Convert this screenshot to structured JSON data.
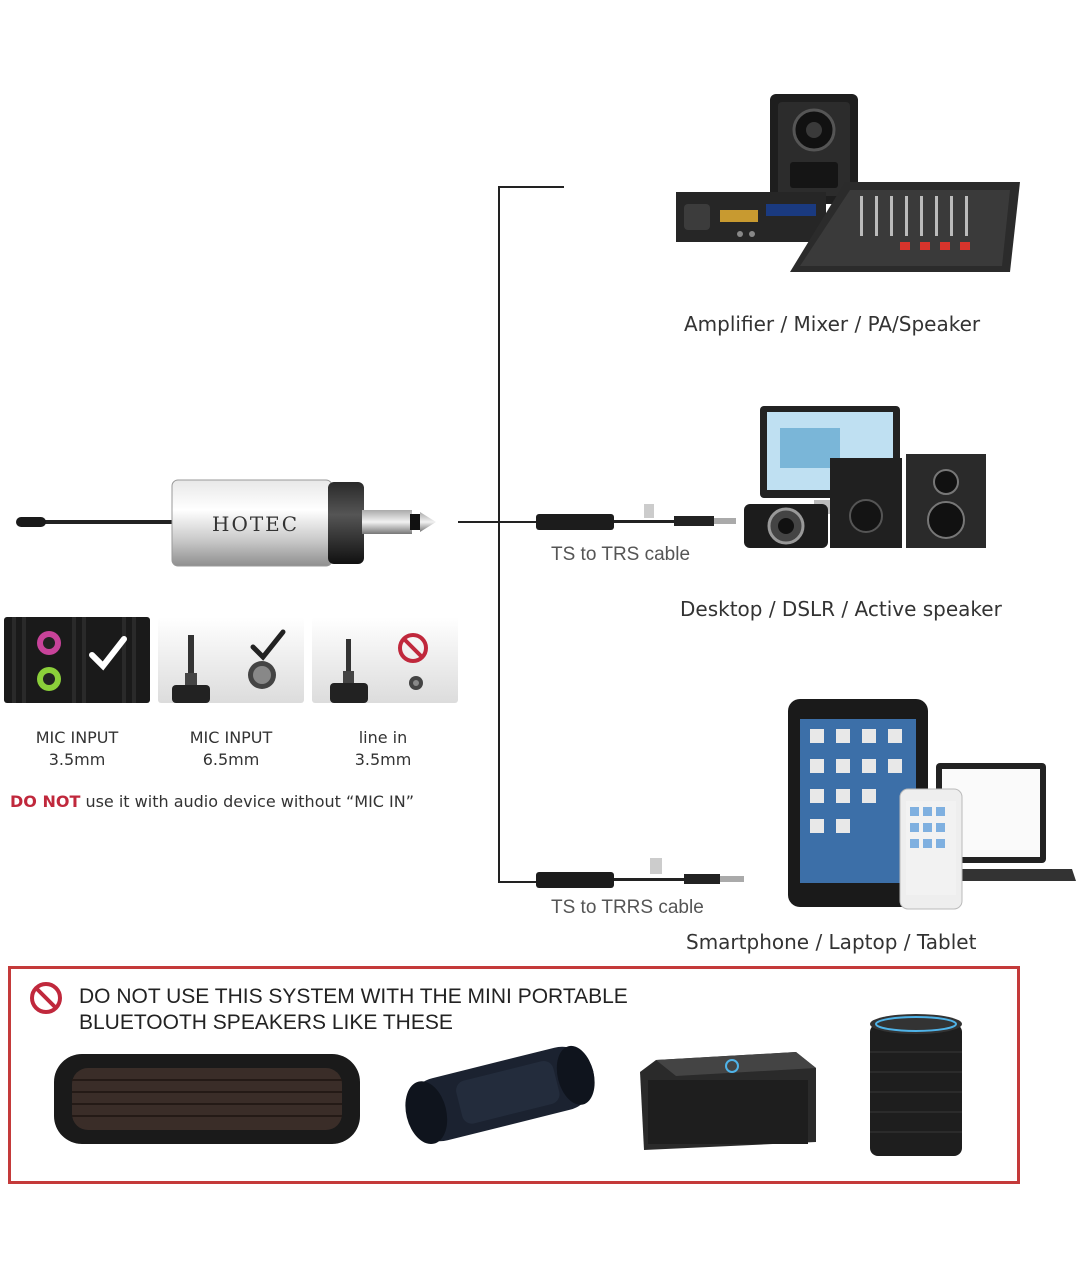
{
  "transmitter": {
    "brand": "HOTEC"
  },
  "destinations": [
    {
      "label": "Amplifier / Mixer / PA/Speaker"
    },
    {
      "label": "Desktop / DSLR / Active speaker",
      "cable": "TS to TRS cable"
    },
    {
      "label": "Smartphone / Laptop / Tablet",
      "cable": "TS to TRRS cable"
    }
  ],
  "inputs": [
    {
      "line1": "MIC INPUT",
      "line2": "3.5mm",
      "status": "check"
    },
    {
      "line1": "MIC INPUT",
      "line2": "6.5mm",
      "status": "check"
    },
    {
      "line1": "line in",
      "line2": "3.5mm",
      "status": "prohibited"
    }
  ],
  "note": {
    "emphasis": "DO NOT",
    "rest": " use it with audio device without “MIC IN”"
  },
  "warning": {
    "line1": "DO NOT USE THIS SYSTEM WITH THE MINI PORTABLE",
    "line2": "BLUETOOTH SPEAKERS LIKE THESE",
    "icon": "prohibited-icon"
  },
  "speakers": [
    {
      "icon": "bar-speaker"
    },
    {
      "icon": "cylinder-speaker"
    },
    {
      "icon": "cube-speaker"
    },
    {
      "icon": "smart-speaker"
    }
  ],
  "colors": {
    "warning_red": "#c43a3a",
    "check": "#222222",
    "prohibited": "#c0283c"
  }
}
